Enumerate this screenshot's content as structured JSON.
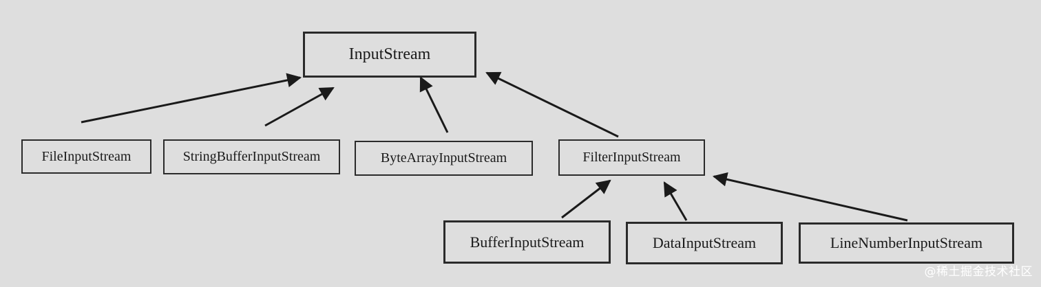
{
  "diagram": {
    "nodes": {
      "input_stream": "InputStream",
      "file_input_stream": "FileInputStream",
      "string_buffer_input_stream": "StringBufferInputStream",
      "byte_array_input_stream": "ByteArrayInputStream",
      "filter_input_stream": "FilterInputStream",
      "buffer_input_stream": "BufferInputStream",
      "data_input_stream": "DataInputStream",
      "line_number_input_stream": "LineNumberInputStream"
    },
    "edges": [
      {
        "from": "file_input_stream",
        "to": "input_stream"
      },
      {
        "from": "string_buffer_input_stream",
        "to": "input_stream"
      },
      {
        "from": "byte_array_input_stream",
        "to": "input_stream"
      },
      {
        "from": "filter_input_stream",
        "to": "input_stream"
      },
      {
        "from": "buffer_input_stream",
        "to": "filter_input_stream"
      },
      {
        "from": "data_input_stream",
        "to": "filter_input_stream"
      },
      {
        "from": "line_number_input_stream",
        "to": "filter_input_stream"
      }
    ]
  },
  "watermark": "@稀土掘金技术社区",
  "colors": {
    "background": "#dedede",
    "stroke": "#1a1a1a"
  }
}
